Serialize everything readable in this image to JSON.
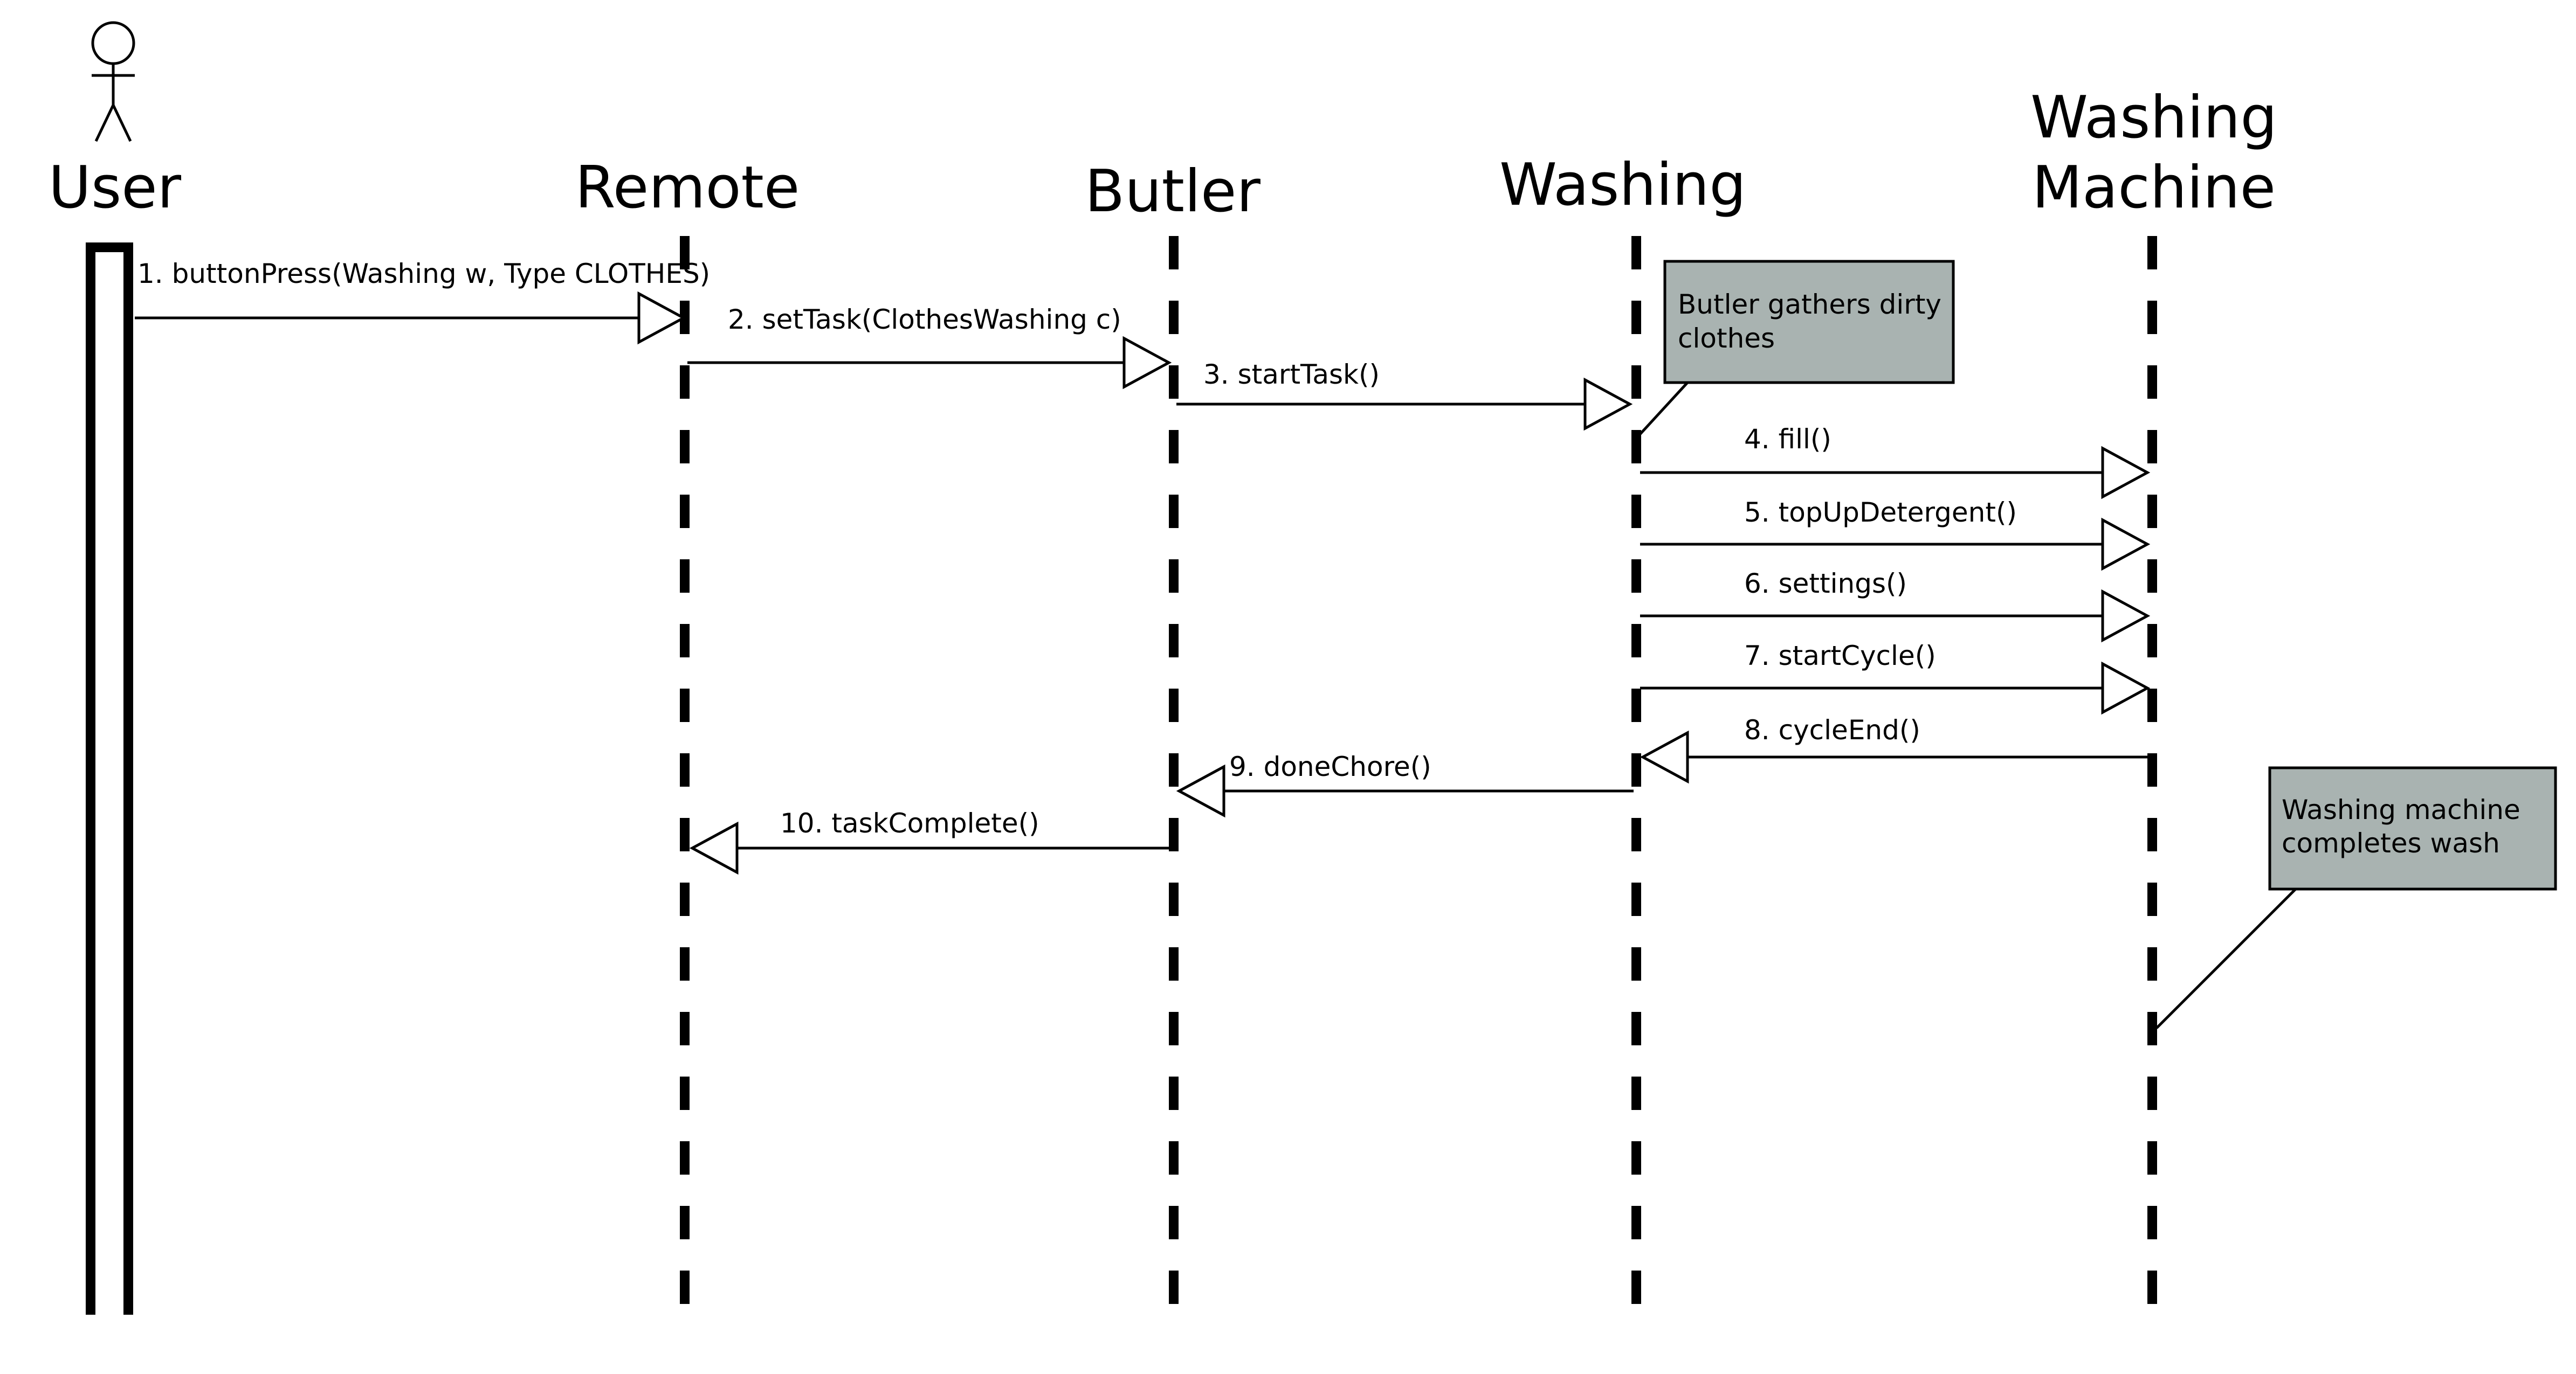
{
  "colors": {
    "line": "#000000",
    "note_fill": "#a9b3b1",
    "background": "#ffffff"
  },
  "participants": [
    {
      "id": "user",
      "name": "User",
      "kind": "actor"
    },
    {
      "id": "remote",
      "name": "Remote",
      "kind": "object"
    },
    {
      "id": "butler",
      "name": "Butler",
      "kind": "object"
    },
    {
      "id": "washing",
      "name": "Washing",
      "kind": "object"
    },
    {
      "id": "machine",
      "name": "Washing Machine",
      "name_lines": [
        "Washing",
        "Machine"
      ],
      "kind": "object"
    }
  ],
  "messages": [
    {
      "label": "1. buttonPress(Washing w, Type CLOTHES)",
      "from": "user",
      "to": "remote"
    },
    {
      "label": "2. setTask(ClothesWashing c)",
      "from": "remote",
      "to": "butler"
    },
    {
      "label": "3. startTask()",
      "from": "butler",
      "to": "washing"
    },
    {
      "label": "4. fill()",
      "from": "washing",
      "to": "machine"
    },
    {
      "label": "5. topUpDetergent()",
      "from": "washing",
      "to": "machine"
    },
    {
      "label": "6. settings()",
      "from": "washing",
      "to": "machine"
    },
    {
      "label": "7. startCycle()",
      "from": "washing",
      "to": "machine"
    },
    {
      "label": "8. cycleEnd()",
      "from": "machine",
      "to": "washing"
    },
    {
      "label": "9. doneChore()",
      "from": "washing",
      "to": "butler"
    },
    {
      "label": "10. taskComplete()",
      "from": "butler",
      "to": "remote"
    }
  ],
  "notes": [
    {
      "lines": [
        "Butler gathers dirty",
        "clothes"
      ],
      "attached_to": "washing"
    },
    {
      "lines": [
        "Washing machine",
        "completes wash"
      ],
      "attached_to": "machine"
    }
  ]
}
